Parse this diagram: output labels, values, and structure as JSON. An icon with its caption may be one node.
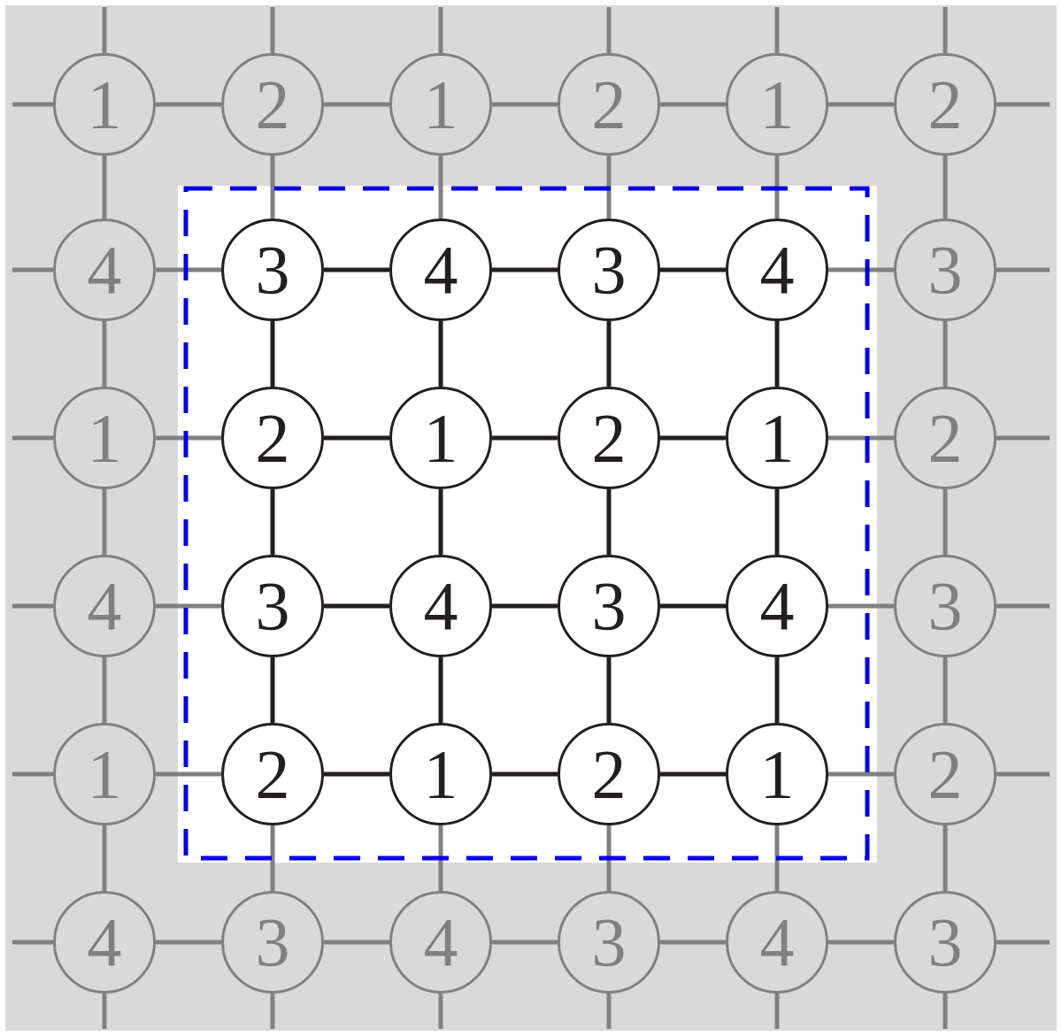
{
  "diagram": {
    "nodes": [
      {
        "text": [
          "1"
        ]
      },
      {
        "text": [
          "2"
        ]
      },
      {
        "text": [
          "1"
        ]
      },
      {
        "text": [
          "2"
        ]
      },
      {
        "text": [
          "1"
        ]
      },
      {
        "text": [
          "2"
        ]
      },
      {
        "text": [
          "4"
        ]
      },
      {
        "text": [
          "3"
        ]
      },
      {
        "text": [
          "4"
        ]
      },
      {
        "text": [
          "3"
        ]
      },
      {
        "text": [
          "4"
        ]
      },
      {
        "text": [
          "3"
        ]
      },
      {
        "text": [
          "1"
        ]
      },
      {
        "text": [
          "2"
        ]
      },
      {
        "text": [
          "1"
        ]
      },
      {
        "text": [
          "2"
        ]
      },
      {
        "text": [
          "1"
        ]
      },
      {
        "text": [
          "2"
        ]
      },
      {
        "text": [
          "4"
        ]
      },
      {
        "text": [
          "3"
        ]
      },
      {
        "text": [
          "4"
        ]
      },
      {
        "text": [
          "3"
        ]
      },
      {
        "text": [
          "4"
        ]
      },
      {
        "text": [
          "3"
        ]
      },
      {
        "text": [
          "1"
        ]
      },
      {
        "text": [
          "2"
        ]
      },
      {
        "text": [
          "1"
        ]
      },
      {
        "text": [
          "2"
        ]
      },
      {
        "text": [
          "1"
        ]
      },
      {
        "text": [
          "2"
        ]
      },
      {
        "text": [
          "4"
        ]
      },
      {
        "text": [
          "3"
        ]
      },
      {
        "text": [
          "4"
        ]
      },
      {
        "text": [
          "3"
        ]
      },
      {
        "text": [
          "4"
        ]
      },
      {
        "text": [
          "3"
        ]
      }
    ],
    "edges": [
      {
        "from": 0,
        "to": 1,
        "arrow": "none"
      },
      {
        "from": 1,
        "to": 2,
        "arrow": "none"
      },
      {
        "from": 2,
        "to": 3,
        "arrow": "none"
      },
      {
        "from": 3,
        "to": 4,
        "arrow": "none"
      },
      {
        "from": 4,
        "to": 5,
        "arrow": "none"
      },
      {
        "from": 6,
        "to": 7,
        "arrow": "none"
      },
      {
        "from": 7,
        "to": 8,
        "arrow": "none",
        "color": "#231f20"
      },
      {
        "from": 8,
        "to": 9,
        "arrow": "none",
        "color": "#231f20"
      },
      {
        "from": 9,
        "to": 10,
        "arrow": "none",
        "color": "#231f20"
      },
      {
        "from": 10,
        "to": 11,
        "arrow": "none"
      },
      {
        "from": 12,
        "to": 13,
        "arrow": "none"
      },
      {
        "from": 13,
        "to": 14,
        "arrow": "none",
        "color": "#231f20"
      },
      {
        "from": 14,
        "to": 15,
        "arrow": "none",
        "color": "#231f20"
      },
      {
        "from": 15,
        "to": 16,
        "arrow": "none",
        "color": "#231f20"
      },
      {
        "from": 16,
        "to": 17,
        "arrow": "none"
      },
      {
        "from": 18,
        "to": 19,
        "arrow": "none"
      },
      {
        "from": 19,
        "to": 20,
        "arrow": "none",
        "color": "#231f20"
      },
      {
        "from": 20,
        "to": 21,
        "arrow": "none",
        "color": "#231f20"
      },
      {
        "from": 21,
        "to": 22,
        "arrow": "none",
        "color": "#231f20"
      },
      {
        "from": 22,
        "to": 23,
        "arrow": "none"
      },
      {
        "from": 24,
        "to": 25,
        "arrow": "none"
      },
      {
        "from": 25,
        "to": 26,
        "arrow": "none",
        "color": "#231f20"
      },
      {
        "from": 26,
        "to": 27,
        "arrow": "none",
        "color": "#231f20"
      },
      {
        "from": 27,
        "to": 28,
        "arrow": "none",
        "color": "#231f20"
      },
      {
        "from": 28,
        "to": 29,
        "arrow": "none"
      },
      {
        "from": 30,
        "to": 31,
        "arrow": "none"
      },
      {
        "from": 31,
        "to": 32,
        "arrow": "none"
      },
      {
        "from": 32,
        "to": 33,
        "arrow": "none"
      },
      {
        "from": 33,
        "to": 34,
        "arrow": "none"
      },
      {
        "from": 34,
        "to": 35,
        "arrow": "none"
      },
      {
        "from": 0,
        "to": 6,
        "arrow": "none"
      },
      {
        "from": 6,
        "to": 12,
        "arrow": "none"
      },
      {
        "from": 12,
        "to": 18,
        "arrow": "none"
      },
      {
        "from": 18,
        "to": 24,
        "arrow": "none"
      },
      {
        "from": 24,
        "to": 30,
        "arrow": "none"
      },
      {
        "from": 1,
        "to": 7,
        "arrow": "none"
      },
      {
        "from": 7,
        "to": 13,
        "arrow": "none",
        "color": "#231f20"
      },
      {
        "from": 13,
        "to": 19,
        "arrow": "none",
        "color": "#231f20"
      },
      {
        "from": 19,
        "to": 25,
        "arrow": "none",
        "color": "#231f20"
      },
      {
        "from": 25,
        "to": 31,
        "arrow": "none"
      },
      {
        "from": 2,
        "to": 8,
        "arrow": "none"
      },
      {
        "from": 8,
        "to": 14,
        "arrow": "none",
        "color": "#231f20"
      },
      {
        "from": 14,
        "to": 20,
        "arrow": "none",
        "color": "#231f20"
      },
      {
        "from": 20,
        "to": 26,
        "arrow": "none",
        "color": "#231f20"
      },
      {
        "from": 26,
        "to": 32,
        "arrow": "none"
      },
      {
        "from": 3,
        "to": 9,
        "arrow": "none"
      },
      {
        "from": 9,
        "to": 15,
        "arrow": "none",
        "color": "#231f20"
      },
      {
        "from": 15,
        "to": 21,
        "arrow": "none",
        "color": "#231f20"
      },
      {
        "from": 21,
        "to": 27,
        "arrow": "none",
        "color": "#231f20"
      },
      {
        "from": 27,
        "to": 33,
        "arrow": "none"
      },
      {
        "from": 4,
        "to": 10,
        "arrow": "none"
      },
      {
        "from": 10,
        "to": 16,
        "arrow": "none",
        "color": "#231f20"
      },
      {
        "from": 16,
        "to": 22,
        "arrow": "none",
        "color": "#231f20"
      },
      {
        "from": 22,
        "to": 28,
        "arrow": "none",
        "color": "#231f20"
      },
      {
        "from": 28,
        "to": 34,
        "arrow": "none"
      },
      {
        "from": 5,
        "to": 11,
        "arrow": "none"
      },
      {
        "from": 11,
        "to": 17,
        "arrow": "none"
      },
      {
        "from": 17,
        "to": 23,
        "arrow": "none"
      },
      {
        "from": 23,
        "to": 29,
        "arrow": "none"
      },
      {
        "from": 29,
        "to": 35,
        "arrow": "none"
      },
      {
        "from": 0,
        "to": null,
        "arrow": "none"
      },
      {
        "from": 1,
        "to": null,
        "arrow": "none"
      },
      {
        "from": 2,
        "to": null,
        "arrow": "none"
      },
      {
        "from": 3,
        "to": null,
        "arrow": "none"
      },
      {
        "from": 4,
        "to": null,
        "arrow": "none"
      },
      {
        "from": 5,
        "to": null,
        "arrow": "none"
      },
      {
        "from": 30,
        "to": null,
        "arrow": "none"
      },
      {
        "from": 31,
        "to": null,
        "arrow": "none"
      },
      {
        "from": 32,
        "to": null,
        "arrow": "none"
      },
      {
        "from": 33,
        "to": null,
        "arrow": "none"
      },
      {
        "from": 34,
        "to": null,
        "arrow": "none"
      },
      {
        "from": 35,
        "to": null,
        "arrow": "none"
      },
      {
        "from": 0,
        "to": null,
        "arrow": "none"
      },
      {
        "from": 6,
        "to": null,
        "arrow": "none"
      },
      {
        "from": 12,
        "to": null,
        "arrow": "none"
      },
      {
        "from": 18,
        "to": null,
        "arrow": "none"
      },
      {
        "from": 24,
        "to": null,
        "arrow": "none"
      },
      {
        "from": 30,
        "to": null,
        "arrow": "none"
      },
      {
        "from": 5,
        "to": null,
        "arrow": "none"
      },
      {
        "from": 11,
        "to": null,
        "arrow": "none"
      },
      {
        "from": 17,
        "to": null,
        "arrow": "none"
      },
      {
        "from": 23,
        "to": null,
        "arrow": "none"
      },
      {
        "from": 29,
        "to": null,
        "arrow": "none"
      },
      {
        "from": 35,
        "to": null,
        "arrow": "none"
      }
    ]
  }
}
